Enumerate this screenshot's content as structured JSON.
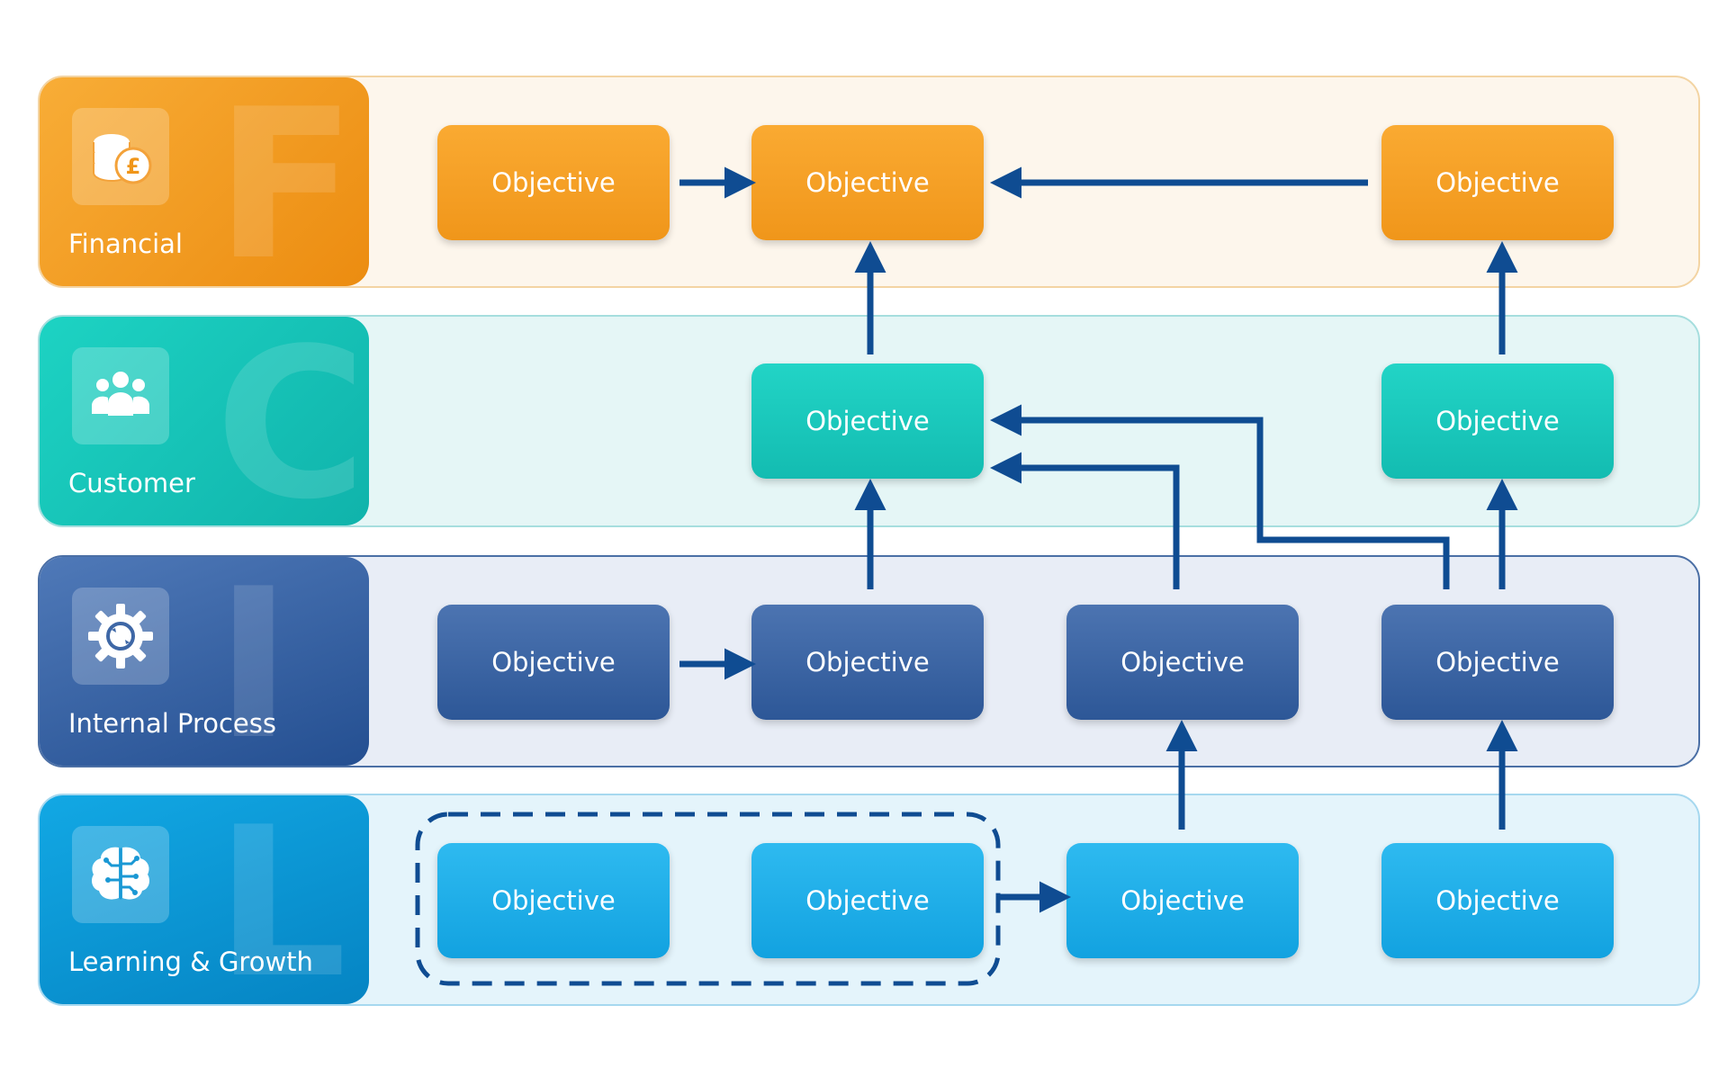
{
  "lanes": [
    {
      "id": "financial",
      "label": "Financial",
      "letter": "F"
    },
    {
      "id": "customer",
      "label": "Customer",
      "letter": "C"
    },
    {
      "id": "internal",
      "label": "Internal Process",
      "letter": "I"
    },
    {
      "id": "learning",
      "label": "Learning & Growth",
      "letter": "L"
    }
  ],
  "objective_label": "Objective",
  "icons": {
    "financial": "coins-pound-icon",
    "customer": "people-group-icon",
    "internal": "gear-icon",
    "learning": "brain-circuit-icon"
  },
  "colors": {
    "financial": "#f39c1f",
    "customer": "#16c4b8",
    "internal": "#2f5a9a",
    "learning": "#1aa7e2",
    "arrow": "#0f4c92"
  }
}
